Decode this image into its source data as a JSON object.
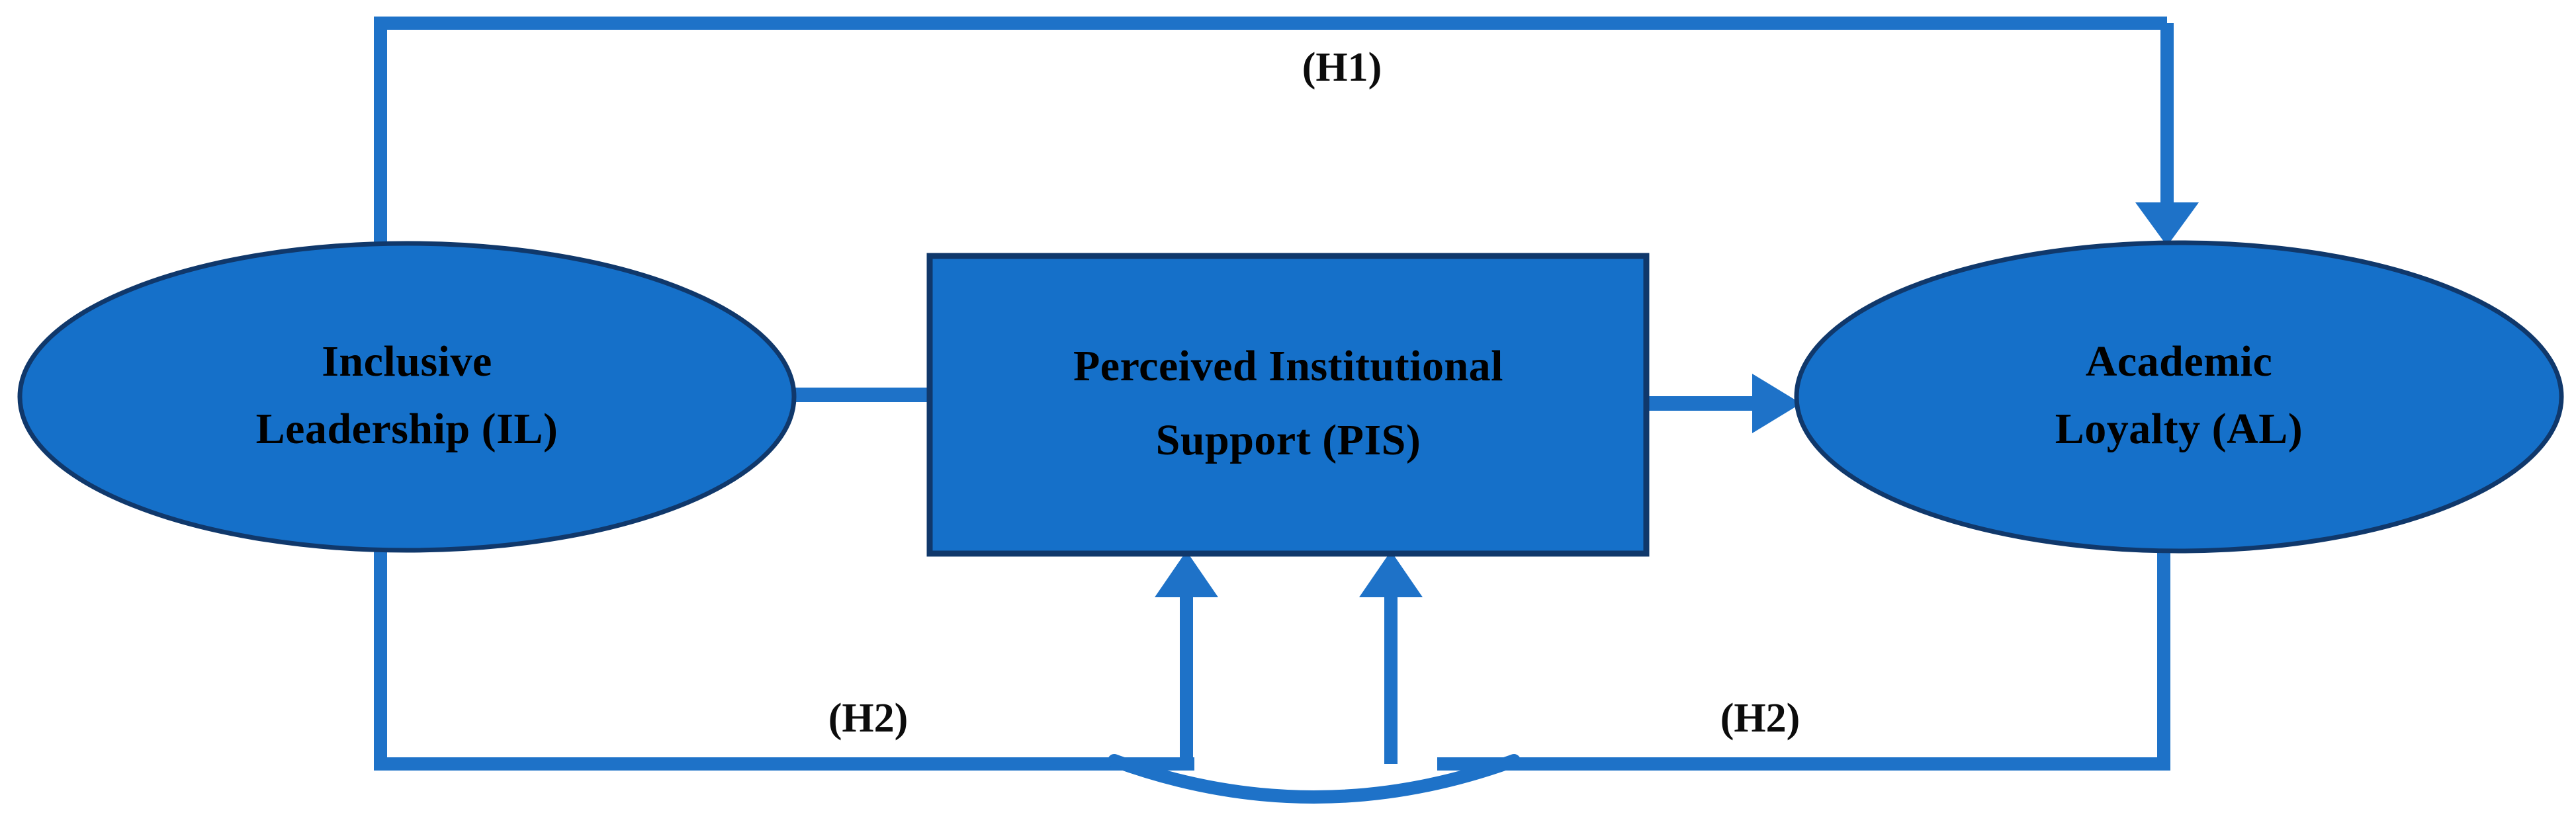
{
  "diagram": {
    "type": "conceptual-model",
    "background_color": "#FFFFFF",
    "accent_color": "#1570C9",
    "node_fill_color": "#1570C9",
    "node_border_color": "#10386B",
    "connector_color": "#1E72C8",
    "label_color": "#000000",
    "nodes": {
      "independent_variable": {
        "shape": "ellipse",
        "line1": "Inclusive",
        "line2": "Leadership (IL)"
      },
      "mediator": {
        "shape": "rectangle",
        "line1": "Perceived Institutional",
        "line2": "Support (PIS)"
      },
      "dependent_variable": {
        "shape": "ellipse",
        "line1": "Academic",
        "line2": "Loyalty (AL)"
      }
    },
    "edges": {
      "direct_effect": {
        "label": "(H1)",
        "from": "Inclusive Leadership (IL)",
        "to": "Academic Loyalty (AL)",
        "arrow": true,
        "routing": "top-bracket"
      },
      "mediation_left": {
        "label": "(H2)",
        "from": "Inclusive Leadership (IL)",
        "to": "Perceived Institutional Support (PIS)",
        "arrow": true,
        "routing": "bottom-bracket"
      },
      "mediation_right": {
        "label": "(H2)",
        "from": "Academic Loyalty (AL)",
        "to": "Perceived Institutional Support (PIS)",
        "arrow": true,
        "routing": "bottom-bracket"
      },
      "il_to_pis": {
        "label": "",
        "from": "Inclusive Leadership (IL)",
        "to": "Perceived Institutional Support (PIS)",
        "arrow": false,
        "routing": "straight"
      },
      "pis_to_al": {
        "label": "",
        "from": "Perceived Institutional Support (PIS)",
        "to": "Academic Loyalty (AL)",
        "arrow": true,
        "routing": "straight"
      }
    }
  }
}
